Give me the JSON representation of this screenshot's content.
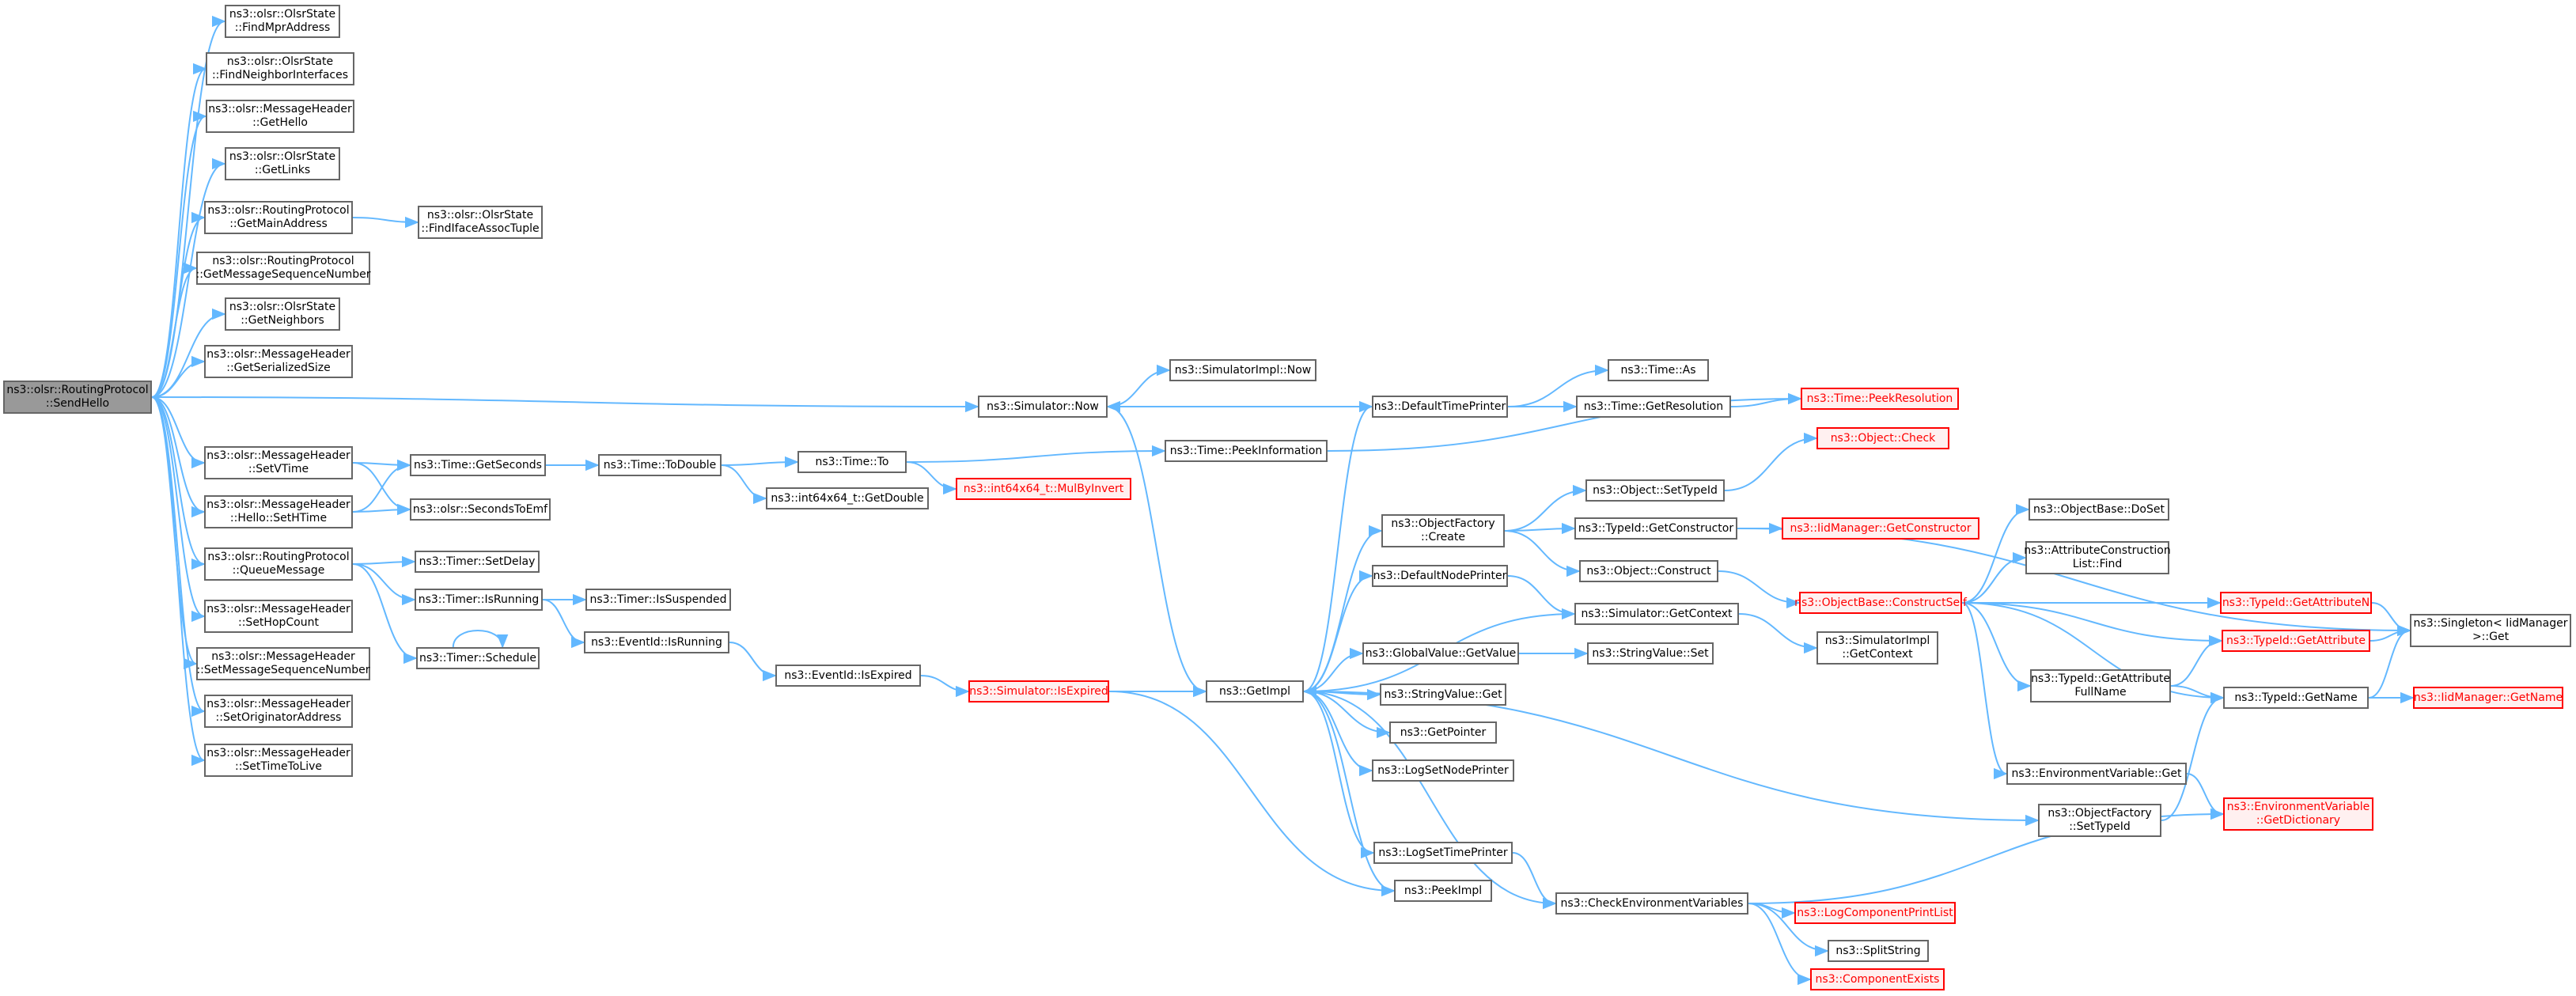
{
  "colors": {
    "edge": "#63b8ff",
    "root_fill": "#999999",
    "node_border": "#666666",
    "truncated_border": "#ff0000",
    "truncated_fill": "#fff0f0"
  },
  "nodes": [
    {
      "id": "root",
      "lines": [
        "ns3::olsr::RoutingProtocol",
        "::SendHello"
      ],
      "style": "root"
    },
    {
      "id": "findMpr",
      "lines": [
        "ns3::olsr::OlsrState",
        "::FindMprAddress"
      ]
    },
    {
      "id": "findNeigh",
      "lines": [
        "ns3::olsr::OlsrState",
        "::FindNeighborInterfaces"
      ]
    },
    {
      "id": "getHello",
      "lines": [
        "ns3::olsr::MessageHeader",
        "::GetHello"
      ]
    },
    {
      "id": "getLinks",
      "lines": [
        "ns3::olsr::OlsrState",
        "::GetLinks"
      ]
    },
    {
      "id": "getMainAddr",
      "lines": [
        "ns3::olsr::RoutingProtocol",
        "::GetMainAddress"
      ]
    },
    {
      "id": "findIface",
      "lines": [
        "ns3::olsr::OlsrState",
        "::FindIfaceAssocTuple"
      ]
    },
    {
      "id": "getMsgSeq",
      "lines": [
        "ns3::olsr::RoutingProtocol",
        "::GetMessageSequenceNumber"
      ]
    },
    {
      "id": "getNeighbors",
      "lines": [
        "ns3::olsr::OlsrState",
        "::GetNeighbors"
      ]
    },
    {
      "id": "getSerSize",
      "lines": [
        "ns3::olsr::MessageHeader",
        "::GetSerializedSize"
      ]
    },
    {
      "id": "setVTime",
      "lines": [
        "ns3::olsr::MessageHeader",
        "::SetVTime"
      ]
    },
    {
      "id": "setHTime",
      "lines": [
        "ns3::olsr::MessageHeader",
        "::Hello::SetHTime"
      ]
    },
    {
      "id": "queueMsg",
      "lines": [
        "ns3::olsr::RoutingProtocol",
        "::QueueMessage"
      ]
    },
    {
      "id": "setHop",
      "lines": [
        "ns3::olsr::MessageHeader",
        "::SetHopCount"
      ]
    },
    {
      "id": "setMsgSeq",
      "lines": [
        "ns3::olsr::MessageHeader",
        "::SetMessageSequenceNumber"
      ]
    },
    {
      "id": "setOrig",
      "lines": [
        "ns3::olsr::MessageHeader",
        "::SetOriginatorAddress"
      ]
    },
    {
      "id": "setTTL",
      "lines": [
        "ns3::olsr::MessageHeader",
        "::SetTimeToLive"
      ]
    },
    {
      "id": "simNow",
      "lines": [
        "ns3::Simulator::Now"
      ]
    },
    {
      "id": "implNow",
      "lines": [
        "ns3::SimulatorImpl::Now"
      ]
    },
    {
      "id": "getSeconds",
      "lines": [
        "ns3::Time::GetSeconds"
      ]
    },
    {
      "id": "secToEmf",
      "lines": [
        "ns3::olsr::SecondsToEmf"
      ]
    },
    {
      "id": "toDouble",
      "lines": [
        "ns3::Time::ToDouble"
      ]
    },
    {
      "id": "timeTo",
      "lines": [
        "ns3::Time::To"
      ]
    },
    {
      "id": "getDouble",
      "lines": [
        "ns3::int64x64_t::GetDouble"
      ]
    },
    {
      "id": "mulByInvert",
      "lines": [
        "ns3::int64x64_t::MulByInvert"
      ],
      "style": "red"
    },
    {
      "id": "setDelay",
      "lines": [
        "ns3::Timer::SetDelay"
      ]
    },
    {
      "id": "timerIsRunning",
      "lines": [
        "ns3::Timer::IsRunning"
      ]
    },
    {
      "id": "timerIsSusp",
      "lines": [
        "ns3::Timer::IsSuspended"
      ]
    },
    {
      "id": "timerSched",
      "lines": [
        "ns3::Timer::Schedule"
      ]
    },
    {
      "id": "evIsRunning",
      "lines": [
        "ns3::EventId::IsRunning"
      ]
    },
    {
      "id": "evIsExpired",
      "lines": [
        "ns3::EventId::IsExpired"
      ]
    },
    {
      "id": "simIsExpired",
      "lines": [
        "ns3::Simulator::IsExpired"
      ],
      "style": "red"
    },
    {
      "id": "getImpl",
      "lines": [
        "ns3::GetImpl"
      ]
    },
    {
      "id": "defTimePrinter",
      "lines": [
        "ns3::DefaultTimePrinter"
      ]
    },
    {
      "id": "timeAs",
      "lines": [
        "ns3::Time::As"
      ]
    },
    {
      "id": "getRes",
      "lines": [
        "ns3::Time::GetResolution"
      ]
    },
    {
      "id": "peekRes",
      "lines": [
        "ns3::Time::PeekResolution"
      ],
      "style": "red"
    },
    {
      "id": "peekInfo",
      "lines": [
        "ns3::Time::PeekInformation"
      ]
    },
    {
      "id": "objCheck",
      "lines": [
        "ns3::Object::Check"
      ],
      "style": "red"
    },
    {
      "id": "objSetTypeId",
      "lines": [
        "ns3::Object::SetTypeId"
      ]
    },
    {
      "id": "objFactCreate",
      "lines": [
        "ns3::ObjectFactory",
        "::Create"
      ]
    },
    {
      "id": "typeIdGetCtor",
      "lines": [
        "ns3::TypeId::GetConstructor"
      ]
    },
    {
      "id": "iidGetCtor",
      "lines": [
        "ns3::IidManager::GetConstructor"
      ],
      "style": "red"
    },
    {
      "id": "objConstruct",
      "lines": [
        "ns3::Object::Construct"
      ]
    },
    {
      "id": "defNodePrinter",
      "lines": [
        "ns3::DefaultNodePrinter"
      ]
    },
    {
      "id": "simGetContext",
      "lines": [
        "ns3::Simulator::GetContext"
      ]
    },
    {
      "id": "implGetContext",
      "lines": [
        "ns3::SimulatorImpl",
        "::GetContext"
      ]
    },
    {
      "id": "gvGetValue",
      "lines": [
        "ns3::GlobalValue::GetValue"
      ]
    },
    {
      "id": "svSet",
      "lines": [
        "ns3::StringValue::Set"
      ]
    },
    {
      "id": "svGet",
      "lines": [
        "ns3::StringValue::Get"
      ]
    },
    {
      "id": "getPointer",
      "lines": [
        "ns3::GetPointer"
      ]
    },
    {
      "id": "logSetNode",
      "lines": [
        "ns3::LogSetNodePrinter"
      ]
    },
    {
      "id": "logSetTime",
      "lines": [
        "ns3::LogSetTimePrinter"
      ]
    },
    {
      "id": "peekImpl",
      "lines": [
        "ns3::PeekImpl"
      ]
    },
    {
      "id": "checkEnv",
      "lines": [
        "ns3::CheckEnvironmentVariables"
      ]
    },
    {
      "id": "logCompPrint",
      "lines": [
        "ns3::LogComponentPrintList"
      ],
      "style": "red"
    },
    {
      "id": "splitString",
      "lines": [
        "ns3::SplitString"
      ]
    },
    {
      "id": "compExists",
      "lines": [
        "ns3::ComponentExists"
      ],
      "style": "red"
    },
    {
      "id": "objBaseDoSet",
      "lines": [
        "ns3::ObjectBase::DoSet"
      ]
    },
    {
      "id": "attrConsFind",
      "lines": [
        "ns3::AttributeConstruction",
        "List::Find"
      ]
    },
    {
      "id": "objBaseConstruct",
      "lines": [
        "ns3::ObjectBase::ConstructSelf"
      ],
      "style": "red"
    },
    {
      "id": "typeIdGetAttrN",
      "lines": [
        "ns3::TypeId::GetAttributeN"
      ],
      "style": "red"
    },
    {
      "id": "typeIdGetAttr",
      "lines": [
        "ns3::TypeId::GetAttribute"
      ],
      "style": "red"
    },
    {
      "id": "typeIdGetAttrFull",
      "lines": [
        "ns3::TypeId::GetAttribute",
        "FullName"
      ]
    },
    {
      "id": "typeIdGetName",
      "lines": [
        "ns3::TypeId::GetName"
      ]
    },
    {
      "id": "iidGetName",
      "lines": [
        "ns3::IidManager::GetName"
      ],
      "style": "red"
    },
    {
      "id": "singletonGet",
      "lines": [
        "ns3::Singleton< IidManager",
        ">::Get"
      ]
    },
    {
      "id": "envGet",
      "lines": [
        "ns3::EnvironmentVariable::Get"
      ]
    },
    {
      "id": "objFactSetTypeId",
      "lines": [
        "ns3::ObjectFactory",
        "::SetTypeId"
      ]
    },
    {
      "id": "envGetDict",
      "lines": [
        "ns3::EnvironmentVariable",
        "::GetDictionary"
      ],
      "style": "red"
    }
  ],
  "edges": [
    [
      "root",
      "findMpr"
    ],
    [
      "root",
      "findNeigh"
    ],
    [
      "root",
      "getHello"
    ],
    [
      "root",
      "getLinks"
    ],
    [
      "root",
      "getMainAddr"
    ],
    [
      "root",
      "getMsgSeq"
    ],
    [
      "root",
      "getNeighbors"
    ],
    [
      "root",
      "getSerSize"
    ],
    [
      "root",
      "simNow"
    ],
    [
      "root",
      "setVTime"
    ],
    [
      "root",
      "setHTime"
    ],
    [
      "root",
      "queueMsg"
    ],
    [
      "root",
      "setHop"
    ],
    [
      "root",
      "setMsgSeq"
    ],
    [
      "root",
      "setOrig"
    ],
    [
      "root",
      "setTTL"
    ],
    [
      "getMainAddr",
      "findIface"
    ],
    [
      "setVTime",
      "getSeconds"
    ],
    [
      "setVTime",
      "secToEmf"
    ],
    [
      "setHTime",
      "getSeconds"
    ],
    [
      "setHTime",
      "secToEmf"
    ],
    [
      "getSeconds",
      "toDouble"
    ],
    [
      "toDouble",
      "timeTo"
    ],
    [
      "toDouble",
      "getDouble"
    ],
    [
      "timeTo",
      "mulByInvert"
    ],
    [
      "timeTo",
      "peekInfo"
    ],
    [
      "queueMsg",
      "setDelay"
    ],
    [
      "queueMsg",
      "timerIsRunning"
    ],
    [
      "queueMsg",
      "timerSched"
    ],
    [
      "timerIsRunning",
      "timerIsSusp"
    ],
    [
      "timerIsRunning",
      "evIsRunning"
    ],
    [
      "timerSched",
      "timerSched"
    ],
    [
      "evIsRunning",
      "evIsExpired"
    ],
    [
      "evIsExpired",
      "simIsExpired"
    ],
    [
      "simIsExpired",
      "getImpl"
    ],
    [
      "simIsExpired",
      "peekImpl"
    ],
    [
      "simNow",
      "implNow"
    ],
    [
      "simNow",
      "getImpl"
    ],
    [
      "defTimePrinter",
      "simNow"
    ],
    [
      "getImpl",
      "defTimePrinter"
    ],
    [
      "getImpl",
      "objFactCreate"
    ],
    [
      "getImpl",
      "defNodePrinter"
    ],
    [
      "getImpl",
      "gvGetValue"
    ],
    [
      "getImpl",
      "svGet"
    ],
    [
      "getImpl",
      "getPointer"
    ],
    [
      "getImpl",
      "logSetNode"
    ],
    [
      "getImpl",
      "objFactSetTypeId"
    ],
    [
      "getImpl",
      "logSetTime"
    ],
    [
      "getImpl",
      "peekImpl"
    ],
    [
      "getImpl",
      "checkEnv"
    ],
    [
      "simGetContext",
      "getImpl"
    ],
    [
      "defTimePrinter",
      "timeAs"
    ],
    [
      "defTimePrinter",
      "getRes"
    ],
    [
      "getRes",
      "peekRes"
    ],
    [
      "peekInfo",
      "peekRes"
    ],
    [
      "objSetTypeId",
      "objCheck"
    ],
    [
      "objFactCreate",
      "objSetTypeId"
    ],
    [
      "objFactCreate",
      "typeIdGetCtor"
    ],
    [
      "objFactCreate",
      "objConstruct"
    ],
    [
      "typeIdGetCtor",
      "iidGetCtor"
    ],
    [
      "typeIdGetCtor",
      "singletonGet"
    ],
    [
      "objConstruct",
      "objBaseConstruct"
    ],
    [
      "defNodePrinter",
      "simGetContext"
    ],
    [
      "simGetContext",
      "implGetContext"
    ],
    [
      "gvGetValue",
      "svSet"
    ],
    [
      "logSetTime",
      "checkEnv"
    ],
    [
      "checkEnv",
      "logCompPrint"
    ],
    [
      "checkEnv",
      "splitString"
    ],
    [
      "checkEnv",
      "compExists"
    ],
    [
      "checkEnv",
      "envGetDict"
    ],
    [
      "objBaseConstruct",
      "objBaseDoSet"
    ],
    [
      "objBaseConstruct",
      "attrConsFind"
    ],
    [
      "objBaseConstruct",
      "typeIdGetAttrN"
    ],
    [
      "objBaseConstruct",
      "typeIdGetAttr"
    ],
    [
      "objBaseConstruct",
      "typeIdGetAttrFull"
    ],
    [
      "objBaseConstruct",
      "typeIdGetName"
    ],
    [
      "objBaseConstruct",
      "envGet"
    ],
    [
      "typeIdGetAttrN",
      "singletonGet"
    ],
    [
      "typeIdGetAttr",
      "singletonGet"
    ],
    [
      "typeIdGetAttrFull",
      "typeIdGetAttr"
    ],
    [
      "typeIdGetAttrFull",
      "typeIdGetName"
    ],
    [
      "typeIdGetName",
      "iidGetName"
    ],
    [
      "typeIdGetName",
      "singletonGet"
    ],
    [
      "envGet",
      "envGetDict"
    ],
    [
      "objFactSetTypeId",
      "typeIdGetName"
    ]
  ]
}
